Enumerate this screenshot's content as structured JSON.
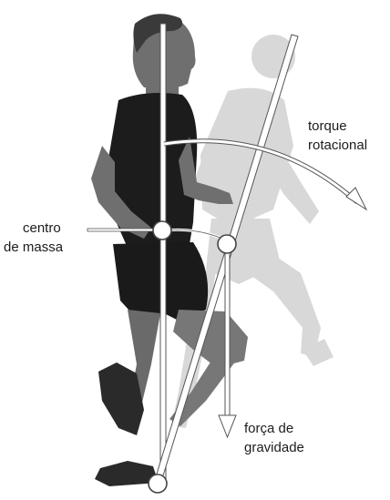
{
  "labels": {
    "torque": {
      "line1": "torque",
      "line2": "rotacional"
    },
    "centro": {
      "line1": "centro",
      "line2": "de massa"
    },
    "forca": {
      "line1": "força de",
      "line2": "gravidade"
    }
  },
  "colors": {
    "background": "#ffffff",
    "runner_skin": "#6f6f6f",
    "runner_shirt": "#1a1a1a",
    "ghost_runner": "#d6d6d6",
    "line_fill": "#ffffff",
    "line_stroke": "#555555",
    "text": "#1c1c1c"
  }
}
